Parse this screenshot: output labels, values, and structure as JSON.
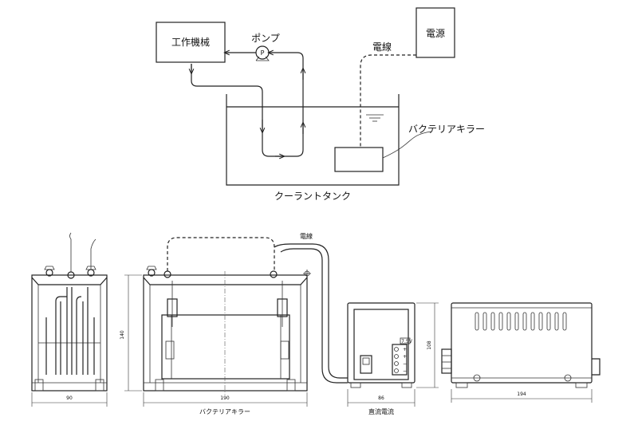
{
  "top_diagram": {
    "machine_label": "工作機械",
    "pump_label": "ポンプ",
    "pump_symbol": "P",
    "power_label": "電源",
    "wire_label": "電線",
    "device_label": "バクテリアキラー",
    "tank_label": "クーラントタンク"
  },
  "bottom_drawing": {
    "wire_label": "電線",
    "dim_side_width": "90",
    "dim_front_width": "190",
    "dim_height": "140",
    "unit_label": "バクテリアキラー",
    "dim_psu_width": "86",
    "psu_label": "直流電流",
    "dim_psu_height": "108",
    "dim_psu_depth": "194",
    "psu_terminal_label": "7.5V",
    "terminal_plus": "+",
    "terminal_minus": "−"
  }
}
